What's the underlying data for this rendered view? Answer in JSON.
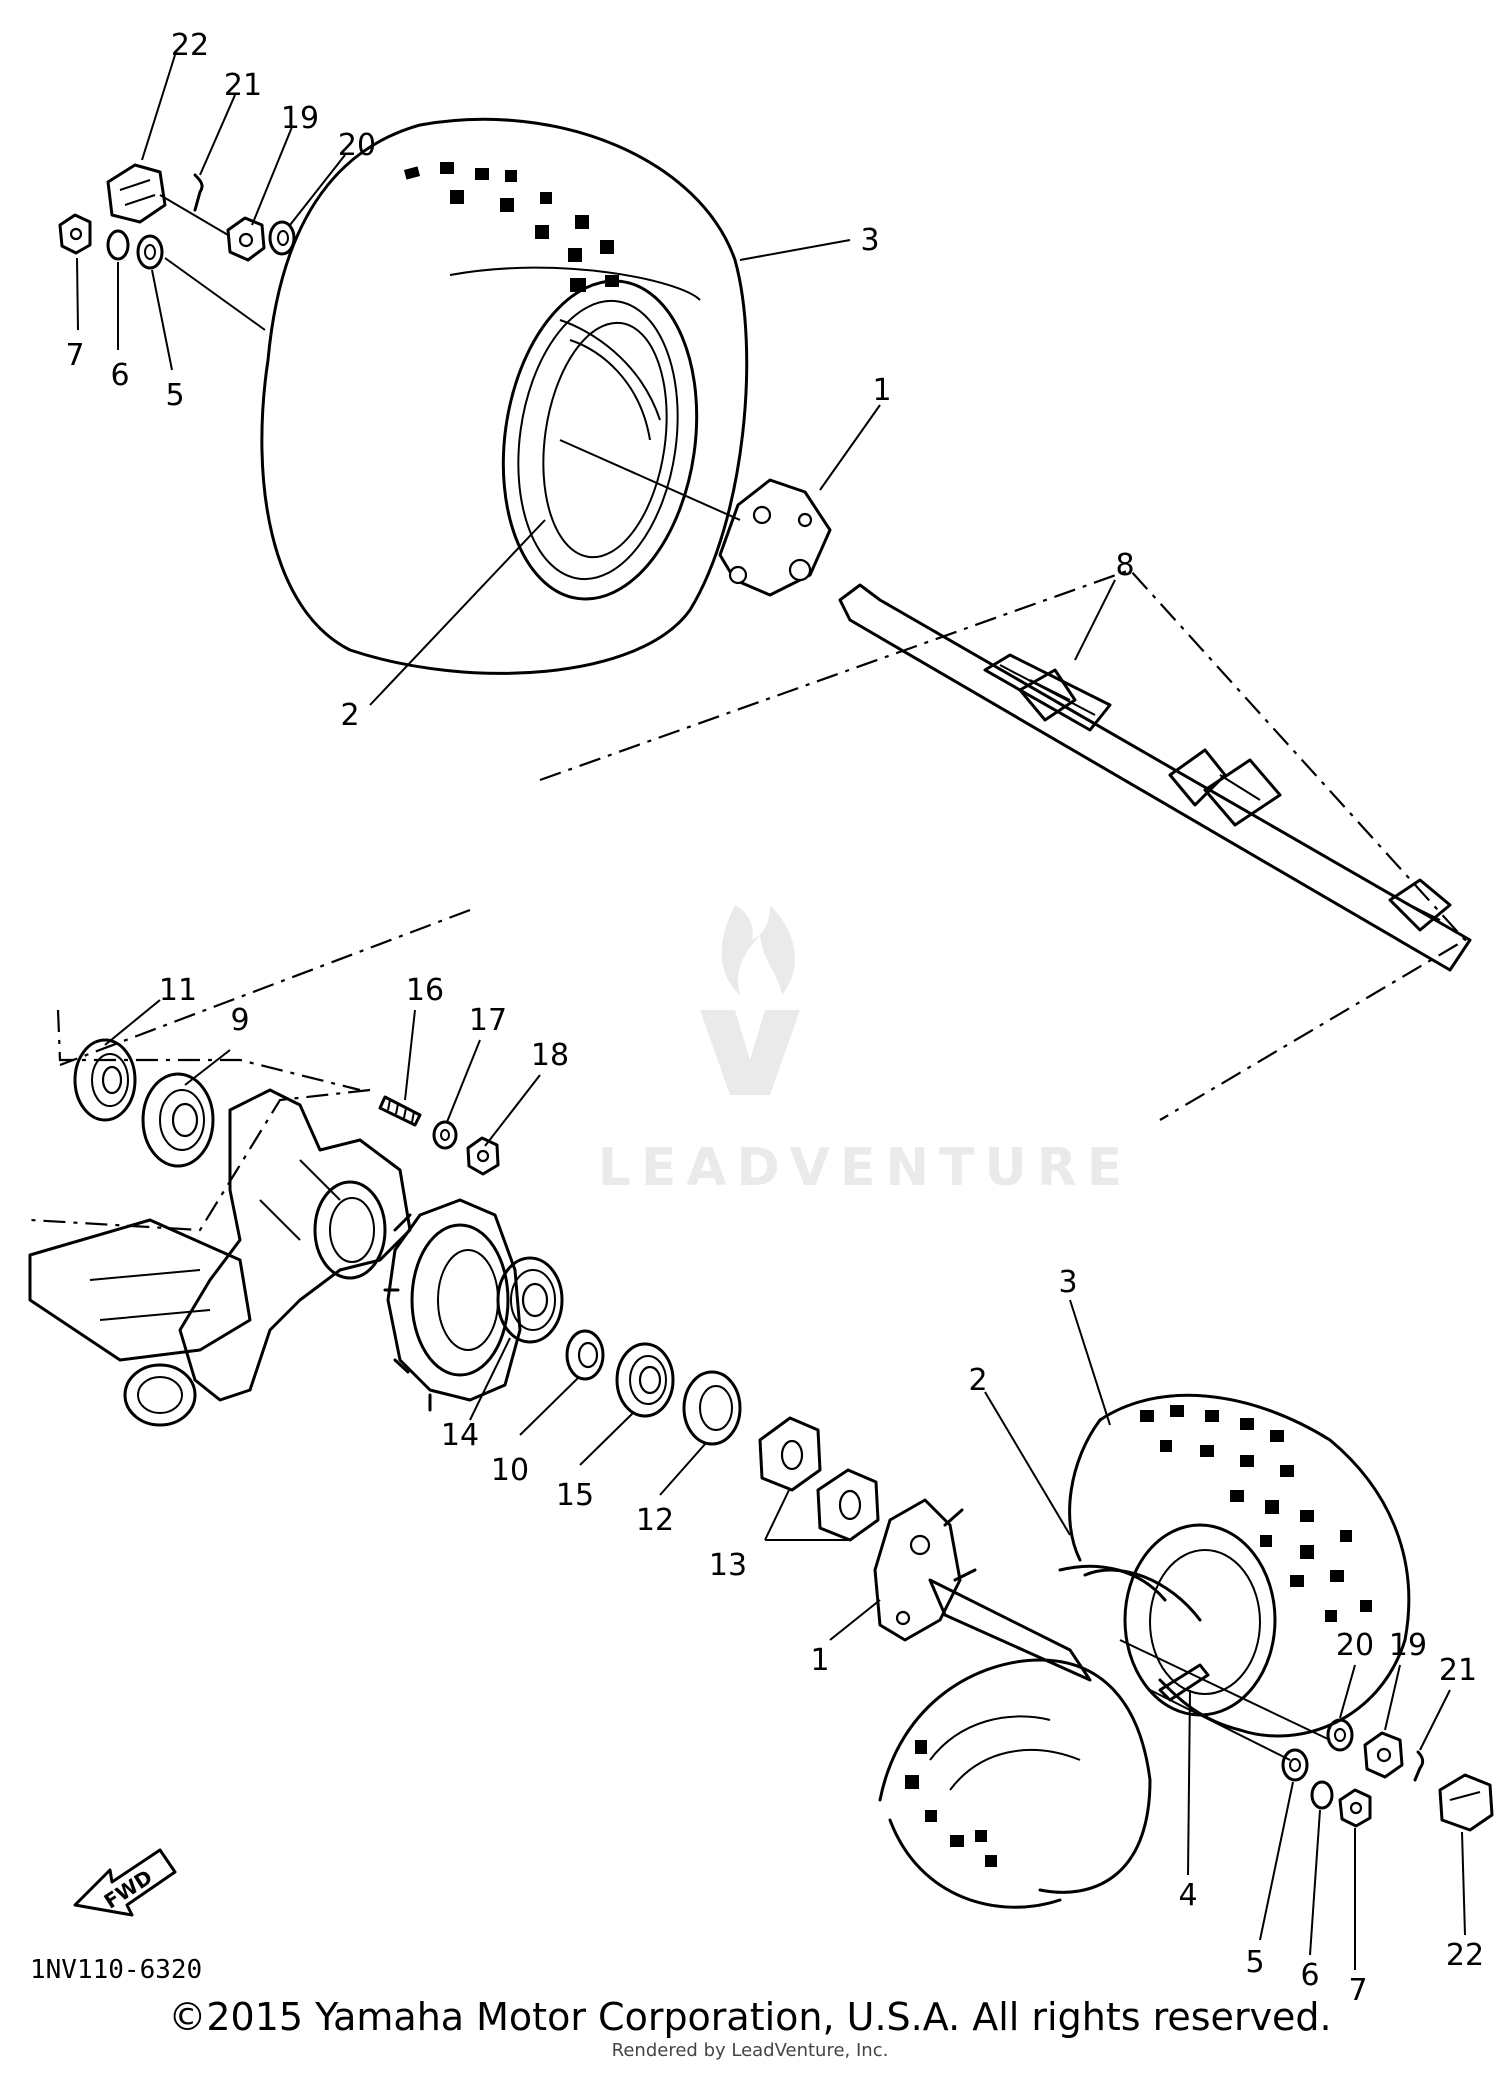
{
  "diagram": {
    "code": "1NV110-6320",
    "fwd": "FWD",
    "watermark": "LEADVENTURE",
    "labels": {
      "l1a": "1",
      "l1b": "1",
      "l2a": "2",
      "l2b": "2",
      "l3a": "3",
      "l3b": "3",
      "l4": "4",
      "l5a": "5",
      "l5b": "5",
      "l6a": "6",
      "l6b": "6",
      "l7a": "7",
      "l7b": "7",
      "l8": "8",
      "l9": "9",
      "l10": "10",
      "l11": "11",
      "l12": "12",
      "l13": "13",
      "l14": "14",
      "l15": "15",
      "l16": "16",
      "l17": "17",
      "l18": "18",
      "l19a": "19",
      "l19b": "19",
      "l20a": "20",
      "l20b": "20",
      "l21a": "21",
      "l21b": "21",
      "l22a": "22",
      "l22b": "22"
    }
  },
  "footer": {
    "copyright": "©2015 Yamaha Motor Corporation, U.S.A. All rights reserved.",
    "rendered": "Rendered by LeadVenture, Inc."
  }
}
